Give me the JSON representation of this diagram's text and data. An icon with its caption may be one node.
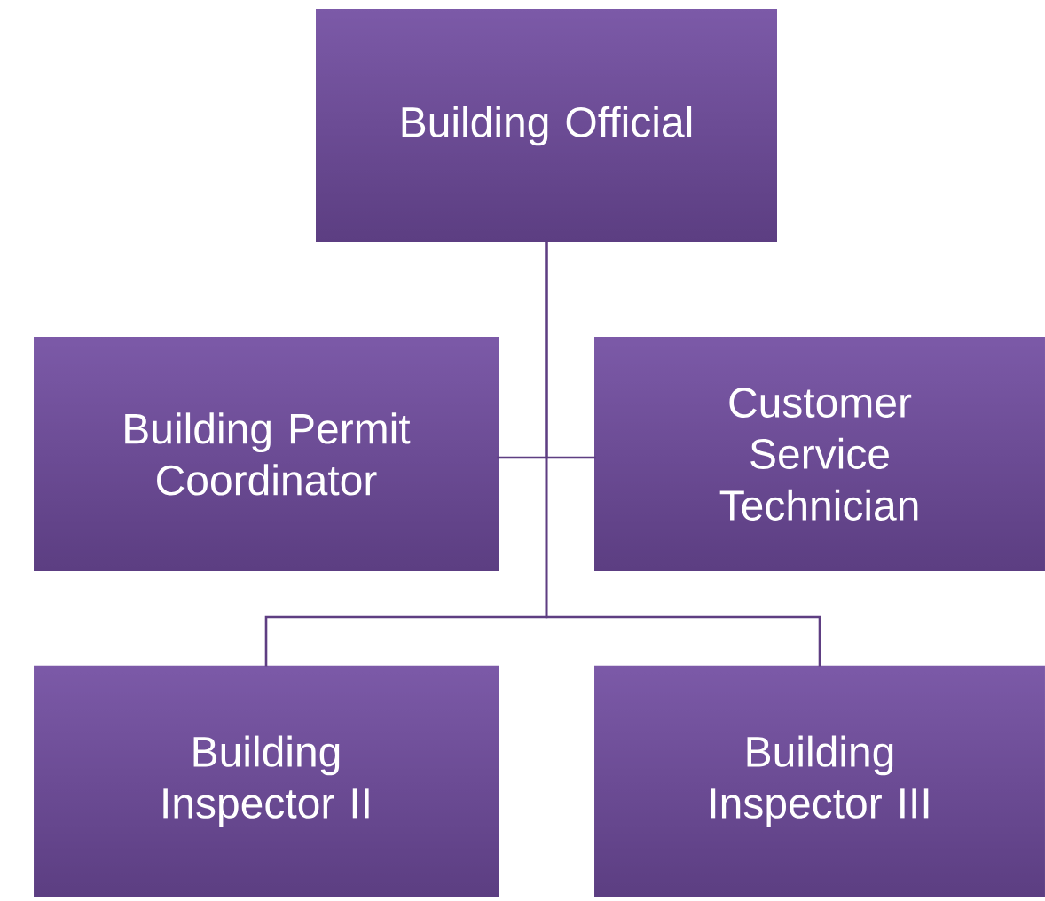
{
  "diagram": {
    "nodes": [
      {
        "text": [
          "Building Official"
        ]
      },
      {
        "text": [
          "Building Permit Coordinator"
        ]
      },
      {
        "text": [
          "Customer Service Technician"
        ]
      },
      {
        "text": [
          "Building Inspector II"
        ]
      },
      {
        "text": [
          "Building Inspector III"
        ]
      }
    ],
    "edges": [
      {
        "from": 0,
        "to": 1,
        "arrow": "none"
      },
      {
        "from": 0,
        "to": 2,
        "arrow": "none"
      },
      {
        "from": 0,
        "to": 3,
        "arrow": "none"
      },
      {
        "from": 0,
        "to": 4,
        "arrow": "none"
      }
    ]
  }
}
